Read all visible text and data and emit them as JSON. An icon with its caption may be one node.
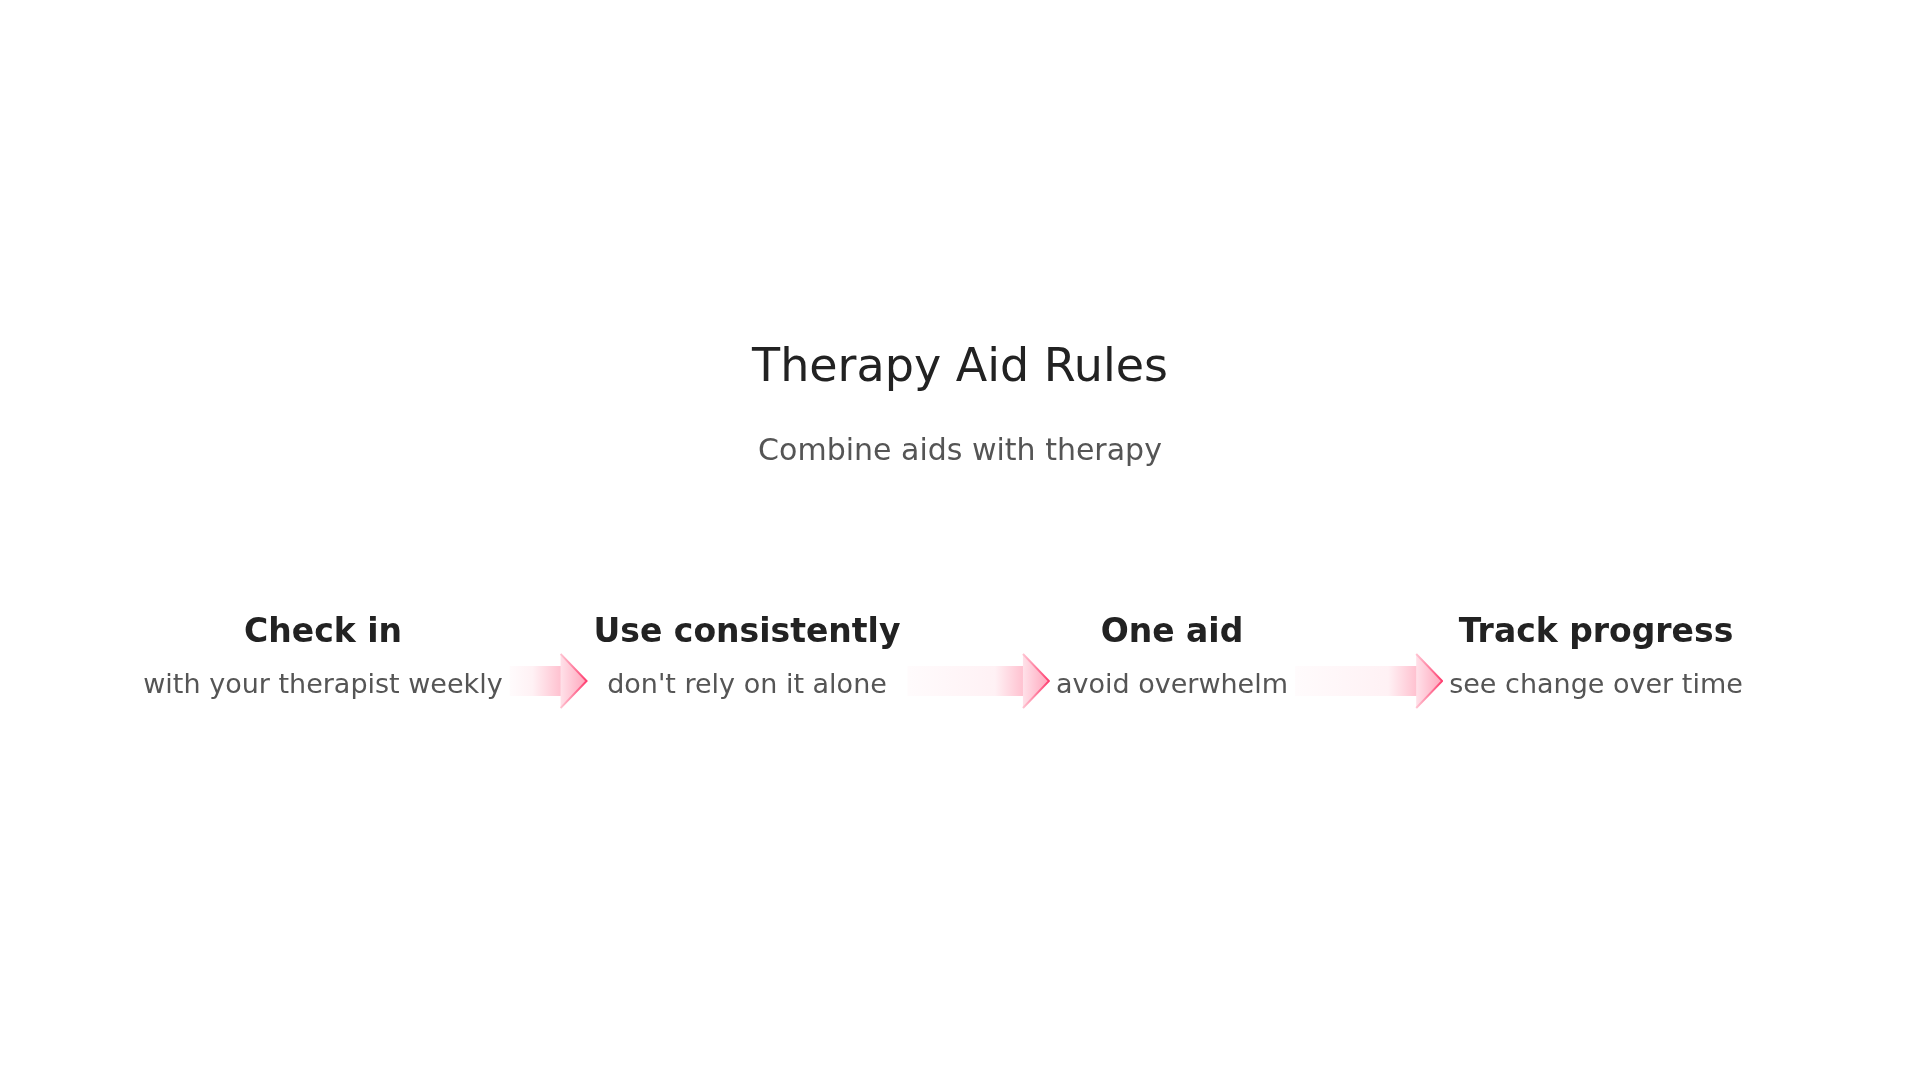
{
  "diagram": {
    "title": "Therapy Aid Rules",
    "nodes": [
      {
        "text": [
          "Check in",
          "with your therapist weekly"
        ]
      },
      {
        "text": [
          "Use consistently",
          "don't rely on it alone"
        ]
      },
      {
        "text": [
          "One aid",
          "avoid overwhelm"
        ]
      },
      {
        "text": [
          "Track progress",
          "see change over time"
        ]
      }
    ],
    "edges": [
      {
        "from": 0,
        "to": 1,
        "arrow": "to"
      },
      {
        "from": 1,
        "to": 2,
        "arrow": "to"
      },
      {
        "from": 2,
        "to": 3,
        "arrow": "to"
      }
    ],
    "labels": [
      "Combine aids with therapy"
    ]
  }
}
